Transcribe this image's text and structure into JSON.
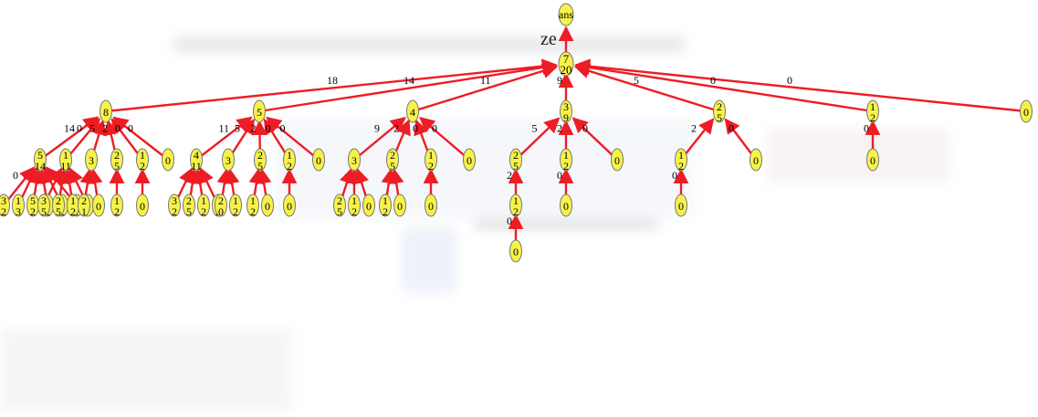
{
  "title": "ze",
  "colors": {
    "edge": "#ee1c24",
    "node_fill": "#f6f24a",
    "node_stroke": "#777777"
  },
  "root": {
    "label": "ans",
    "value": "7",
    "count": "20",
    "children": [
      {
        "edge": "18",
        "value": "8",
        "count": "",
        "children": [
          {
            "edge": "14",
            "value": "5",
            "count": "14",
            "children": [
              {
                "edge": "0",
                "value": "3",
                "count": "2"
              },
              {
                "edge": "",
                "value": "1",
                "count": "3"
              },
              {
                "edge": "",
                "value": "5",
                "count": "2"
              },
              {
                "edge": "",
                "value": "1",
                "count": "2"
              },
              {
                "edge": "",
                "value": "1",
                "count": "2"
              },
              {
                "edge": "",
                "value": "1",
                "count": "1"
              }
            ]
          },
          {
            "edge": "0",
            "value": "1",
            "count": "11",
            "children": [
              {
                "edge": "",
                "value": "3",
                "count": "5"
              },
              {
                "edge": "",
                "value": "2",
                "count": "5"
              },
              {
                "edge": "",
                "value": "1",
                "count": "2"
              },
              {
                "edge": "",
                "value": "0",
                "count": ""
              }
            ]
          },
          {
            "edge": "5",
            "value": "3",
            "count": "",
            "children": [
              {
                "edge": "",
                "value": "2",
                "count": "1"
              },
              {
                "edge": "",
                "value": "0",
                "count": ""
              }
            ]
          },
          {
            "edge": "2",
            "value": "2",
            "count": "5",
            "children": [
              {
                "edge": "",
                "value": "1",
                "count": "2"
              }
            ]
          },
          {
            "edge": "0",
            "value": "1",
            "count": "2",
            "children": [
              {
                "edge": "",
                "value": "0",
                "count": ""
              }
            ]
          },
          {
            "edge": "0",
            "value": "0",
            "count": "",
            "children": []
          }
        ]
      },
      {
        "edge": "14",
        "value": "5",
        "count": "",
        "children": [
          {
            "edge": "11",
            "value": "4",
            "count": "11",
            "children": [
              {
                "edge": "",
                "value": "3",
                "count": "2"
              },
              {
                "edge": "",
                "value": "2",
                "count": "5"
              },
              {
                "edge": "",
                "value": "1",
                "count": "2"
              },
              {
                "edge": "",
                "value": "1",
                "count": "2"
              }
            ]
          },
          {
            "edge": "5",
            "value": "3",
            "count": "",
            "children": [
              {
                "edge": "",
                "value": "2",
                "count": "0"
              },
              {
                "edge": "",
                "value": "1",
                "count": "2"
              }
            ]
          },
          {
            "edge": "2",
            "value": "2",
            "count": "5",
            "children": [
              {
                "edge": "",
                "value": "1",
                "count": "2"
              },
              {
                "edge": "",
                "value": "0",
                "count": ""
              }
            ]
          },
          {
            "edge": "0",
            "value": "1",
            "count": "2",
            "children": [
              {
                "edge": "",
                "value": "0",
                "count": ""
              }
            ]
          },
          {
            "edge": "0",
            "value": "0",
            "count": "",
            "children": []
          }
        ]
      },
      {
        "edge": "11",
        "value": "4",
        "count": "",
        "children": [
          {
            "edge": "9",
            "value": "3",
            "count": "",
            "children": [
              {
                "edge": "",
                "value": "2",
                "count": "5"
              },
              {
                "edge": "",
                "value": "1",
                "count": "2"
              },
              {
                "edge": "",
                "value": "0",
                "count": ""
              }
            ]
          },
          {
            "edge": "2",
            "value": "2",
            "count": "5",
            "children": [
              {
                "edge": "",
                "value": "1",
                "count": "2"
              },
              {
                "edge": "",
                "value": "0",
                "count": ""
              }
            ]
          },
          {
            "edge": "0",
            "value": "1",
            "count": "2",
            "children": [
              {
                "edge": "",
                "value": "0",
                "count": ""
              }
            ]
          },
          {
            "edge": "0",
            "value": "0",
            "count": "",
            "children": []
          }
        ]
      },
      {
        "edge": "9",
        "value": "3",
        "count": "9",
        "children": [
          {
            "edge": "5",
            "value": "2",
            "count": "5",
            "children": [
              {
                "edge": "2",
                "value": "1",
                "count": "2",
                "children": [
                  {
                    "edge": "0",
                    "value": "0",
                    "count": ""
                  }
                ]
              }
            ]
          },
          {
            "edge": "2",
            "value": "1",
            "count": "2",
            "children": [
              {
                "edge": "0",
                "value": "0",
                "count": ""
              }
            ]
          },
          {
            "edge": "0",
            "value": "0",
            "count": "",
            "children": []
          }
        ]
      },
      {
        "edge": "5",
        "value": "2",
        "count": "5",
        "children": [
          {
            "edge": "2",
            "value": "1",
            "count": "2",
            "children": [
              {
                "edge": "0",
                "value": "0",
                "count": ""
              }
            ]
          },
          {
            "edge": "0",
            "value": "0",
            "count": "",
            "children": []
          }
        ]
      },
      {
        "edge": "0",
        "value": "1",
        "count": "2",
        "children": [
          {
            "edge": "0",
            "value": "0",
            "count": "",
            "children": []
          }
        ]
      },
      {
        "edge": "0",
        "value": "0",
        "count": "",
        "children": []
      }
    ]
  }
}
